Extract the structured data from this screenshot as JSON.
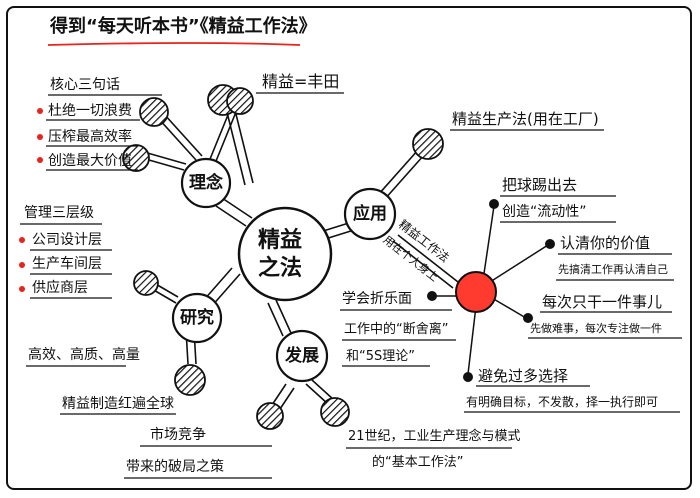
{
  "title": "得到“每天听本书”《精益工作法》",
  "center": {
    "line1": "精益",
    "line2": "之法"
  },
  "branches": {
    "concept": {
      "label": "理念",
      "heading": "核心三句话",
      "items": [
        "杜绝一切浪费",
        "压榨最高效率",
        "创造最大价值"
      ]
    },
    "definition": "精益=丰田",
    "application": {
      "label": "应用",
      "heading": "精益生产法(用在工厂)"
    },
    "management": {
      "heading": "管理三层级",
      "items": [
        "公司设计层",
        "生产车间层",
        "供应商层"
      ]
    },
    "research": {
      "label": "研究",
      "item1": "高效、高质、高量",
      "item2": "精益制造红遍全球"
    },
    "development": {
      "label": "发展",
      "item1_line1": "市场竞争",
      "item1_line2": "带来的破局之策",
      "item2_line1": "21世纪，工业生产理念与模式",
      "item2_line2": "的“基本工作法”"
    },
    "work_method": {
      "label_line1": "精益工作法",
      "label_line2": "用在个人身上",
      "tips": [
        {
          "line1": "把球踢出去",
          "line2": "创造“流动性”"
        },
        {
          "line1": "认清你的价值",
          "line2": "先搞清工作再认清自己"
        },
        {
          "line1": "每次只干一件事儿",
          "line2": "先做难事，每次专注做一件"
        },
        {
          "line1": "学会折乐面",
          "line2": "工作中的“断舍离”",
          "line3": "和“5S理论”"
        },
        {
          "line1": "避免过多选择",
          "line2": "有明确目标，不发散，择一执行即可"
        }
      ]
    }
  },
  "colors": {
    "ink": "#111111",
    "accent": "#e8241c",
    "highlight": "#ff3b2f"
  }
}
